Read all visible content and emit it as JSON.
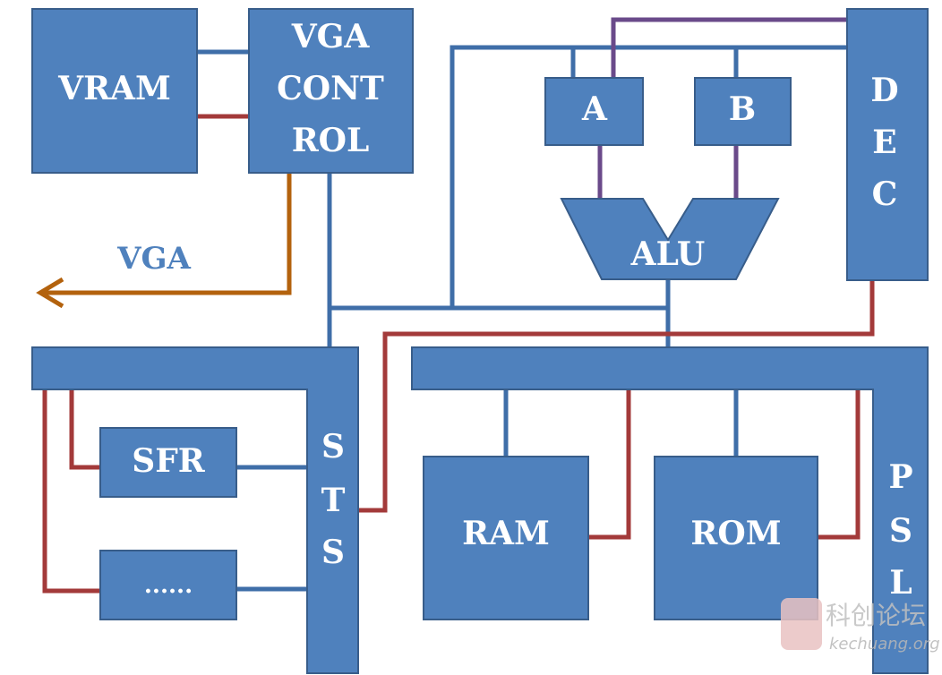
{
  "labels": {
    "vram": "VRAM",
    "vga_control": [
      "VGA",
      "CONT",
      "ROL"
    ],
    "a": "A",
    "b": "B",
    "alu": "ALU",
    "dec": [
      "D",
      "E",
      "C"
    ],
    "vga": "VGA",
    "sts": [
      "S",
      "T",
      "S"
    ],
    "sfr": "SFR",
    "dots": "......",
    "ram": "RAM",
    "rom": "ROM",
    "psl": [
      "P",
      "S",
      "L"
    ]
  },
  "watermark": {
    "cn": "科创论坛",
    "url": "kechuang.org"
  },
  "colors": {
    "block": "#4f81bd",
    "blue_wire": "#3f6ea8",
    "red_wire": "#a33a3a",
    "purple_wire": "#6a4a8a",
    "orange_wire": "#b3620d"
  }
}
